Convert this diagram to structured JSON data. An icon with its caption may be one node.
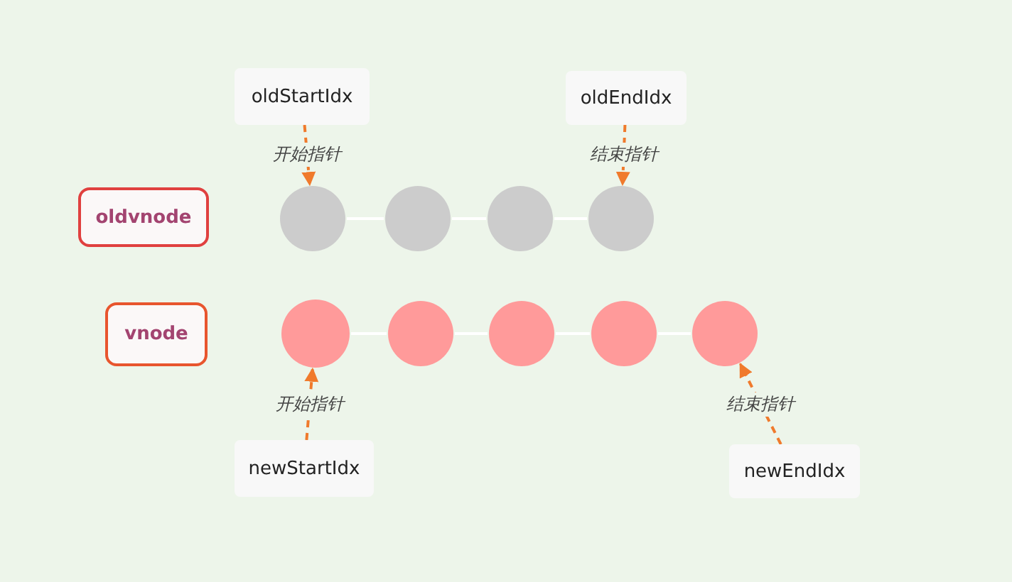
{
  "diagram": {
    "nodes": [
      {
        "text": [
          "oldStartIdx"
        ]
      },
      {
        "text": [
          "oldEndIdx"
        ]
      },
      {
        "text": [
          "oldvnode"
        ]
      },
      {
        "text": [],
        "shape": "circle"
      },
      {
        "text": [],
        "shape": "circle"
      },
      {
        "text": [],
        "shape": "circle"
      },
      {
        "text": [],
        "shape": "circle"
      },
      {
        "text": [
          "vnode"
        ]
      },
      {
        "text": [],
        "shape": "circle"
      },
      {
        "text": [],
        "shape": "circle"
      },
      {
        "text": [],
        "shape": "circle"
      },
      {
        "text": [],
        "shape": "circle"
      },
      {
        "text": [],
        "shape": "circle"
      },
      {
        "text": [
          "newStartIdx"
        ]
      },
      {
        "text": [
          "newEndIdx"
        ]
      }
    ],
    "edges": [
      {
        "from": 0,
        "to": 3,
        "arrow": "to",
        "label": "开始指针",
        "style": "dashed",
        "color": "#f07a2c"
      },
      {
        "from": 1,
        "to": 6,
        "arrow": "to",
        "label": "结束指针",
        "style": "dashed",
        "color": "#f07a2c"
      },
      {
        "from": 3,
        "to": 4,
        "arrow": "none"
      },
      {
        "from": 4,
        "to": 5,
        "arrow": "none"
      },
      {
        "from": 5,
        "to": 6,
        "arrow": "none"
      },
      {
        "from": 8,
        "to": 9,
        "arrow": "none"
      },
      {
        "from": 9,
        "to": 10,
        "arrow": "none"
      },
      {
        "from": 10,
        "to": 11,
        "arrow": "none"
      },
      {
        "from": 11,
        "to": 12,
        "arrow": "none"
      },
      {
        "from": 13,
        "to": 8,
        "arrow": "to",
        "label": "开始指针",
        "style": "dashed",
        "color": "#f07a2c"
      },
      {
        "from": 14,
        "to": 12,
        "arrow": "to",
        "label": "结束指针",
        "style": "dashed",
        "color": "#f07a2c"
      }
    ]
  }
}
